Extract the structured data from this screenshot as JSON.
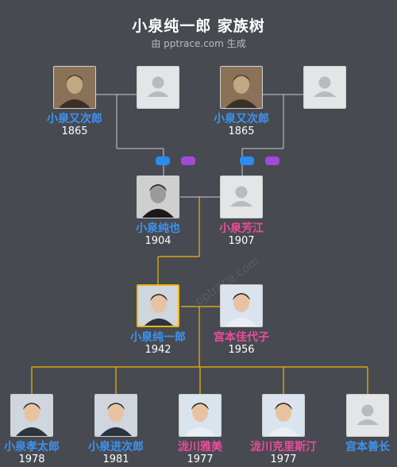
{
  "header": {
    "title": "小泉纯一郎 家族树",
    "subtitle": "由 pptrace.com 生成"
  },
  "people": {
    "gf_paternal": {
      "name": "小泉又次郎",
      "year": "1865",
      "gender": "male",
      "photo": "old-portrait"
    },
    "gm_paternal": {
      "name": "",
      "year": "",
      "gender": "unknown",
      "photo": "placeholder"
    },
    "gf_maternal": {
      "name": "小泉又次郎",
      "year": "1865",
      "gender": "male",
      "photo": "old-portrait"
    },
    "gm_maternal": {
      "name": "",
      "year": "",
      "gender": "unknown",
      "photo": "placeholder"
    },
    "father": {
      "name": "小泉纯也",
      "year": "1904",
      "gender": "male",
      "photo": "bw-portrait"
    },
    "mother": {
      "name": "小泉芳江",
      "year": "1907",
      "gender": "female",
      "photo": "placeholder"
    },
    "self": {
      "name": "小泉纯一郎",
      "year": "1942",
      "gender": "male",
      "photo": "portrait"
    },
    "spouse": {
      "name": "宫本佳代子",
      "year": "1956",
      "gender": "female",
      "photo": "portrait"
    },
    "child1": {
      "name": "小泉孝太郎",
      "year": "1978",
      "gender": "male",
      "photo": "portrait"
    },
    "child2": {
      "name": "小泉进次郎",
      "year": "1981",
      "gender": "male",
      "photo": "portrait"
    },
    "child3": {
      "name": "泷川雅美",
      "year": "1977",
      "gender": "female",
      "photo": "portrait"
    },
    "child4": {
      "name": "泷川克里斯汀",
      "year": "1977",
      "gender": "female",
      "photo": "portrait"
    },
    "child5": {
      "name": "宫本善长",
      "year": "",
      "gender": "male",
      "photo": "placeholder"
    }
  },
  "colors": {
    "background": "#474a51",
    "male": "#3d93f2",
    "female": "#ef4a9c",
    "line": "#c9ccd1",
    "focus_line": "#f2b705",
    "badge_blue": "#2a8cf0",
    "badge_purple": "#a04ad6"
  },
  "watermark": "pptrace.com"
}
